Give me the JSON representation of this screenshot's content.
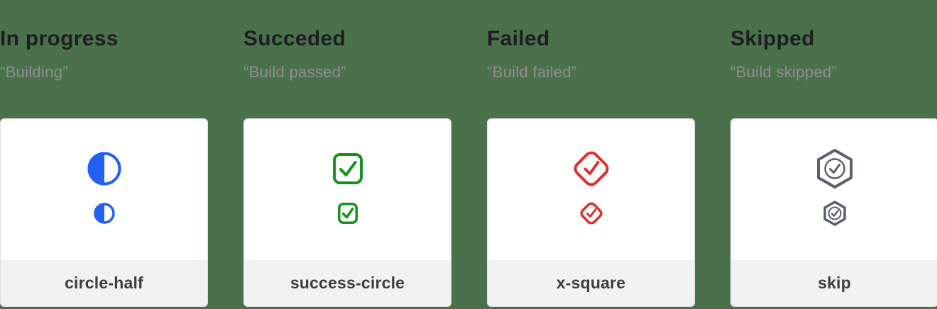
{
  "page": {
    "background_color": "#4A714C",
    "card_background": "#FFFFFF",
    "card_footer_background": "#F1F1F1"
  },
  "columns": [
    {
      "title": "In progress",
      "subtitle": "“Building”",
      "icon": "circle-half-icon",
      "label": "circle-half",
      "color": "#2160F0"
    },
    {
      "title": "Succeded",
      "subtitle": "“Build passed”",
      "icon": "success-circle-icon",
      "label": "success-circle",
      "color": "#12941A"
    },
    {
      "title": "Failed",
      "subtitle": "“Build failed”",
      "icon": "x-square-icon",
      "label": "x-square",
      "color": "#E22E2E"
    },
    {
      "title": "Skipped",
      "subtitle": "“Build skipped”",
      "icon": "skip-icon",
      "label": "skip",
      "color": "#5A606B"
    }
  ]
}
